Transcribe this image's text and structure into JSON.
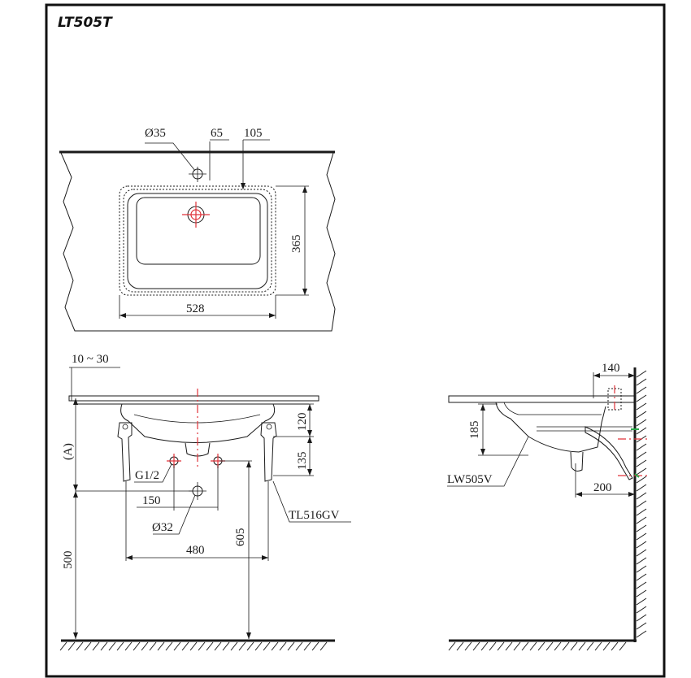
{
  "title": "LT505T",
  "top_view": {
    "dims": {
      "hole_dia": "Ø35",
      "hole_offset": "65",
      "edge_to_bowl": "105",
      "bowl_depth": "365",
      "bowl_width": "528"
    }
  },
  "front_view": {
    "dims": {
      "counter_thickness": "10 ~ 30",
      "mount_height": "(A)",
      "apron_height": "120",
      "bowl_below": "135",
      "supply_label": "G1/2",
      "supply_spacing": "150",
      "drain_dia": "Ø32",
      "bracket_spacing": "480",
      "drain_height": "605",
      "floor_to_top": "500"
    },
    "part_label": "TL516GV"
  },
  "side_view": {
    "dims": {
      "wall_to_edge": "140",
      "bowl_height": "185",
      "wall_to_drain": "200"
    },
    "part_label": "LW505V"
  }
}
